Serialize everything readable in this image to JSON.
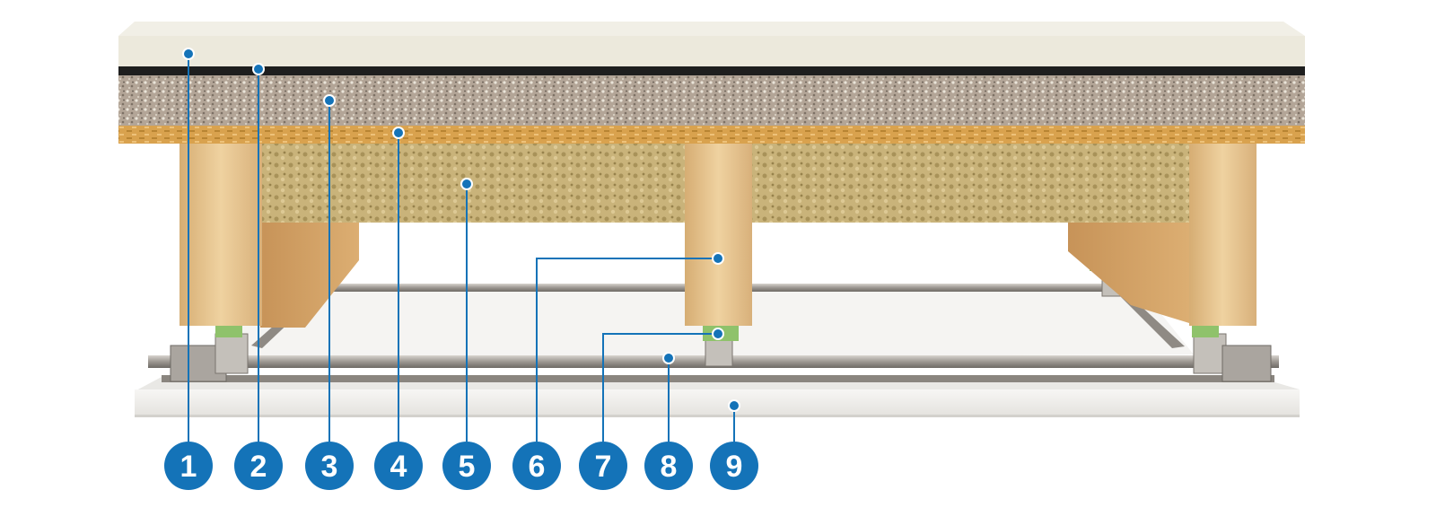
{
  "colors": {
    "accent": "#1473b8",
    "leader": "#1473b8",
    "badge_text": "#ffffff",
    "screed": "#ece9dc",
    "membrane": "#1e1e1e",
    "granulate": "#b3a597",
    "osb": "#d9a24e",
    "mineral_wool": "#c9b37a",
    "timber": "#e8c591",
    "rail": "#9c9791",
    "clip": "#8fc26b",
    "board": "#f2f1ee"
  },
  "callouts": [
    {
      "label": "1"
    },
    {
      "label": "2"
    },
    {
      "label": "3"
    },
    {
      "label": "4"
    },
    {
      "label": "5"
    },
    {
      "label": "6"
    },
    {
      "label": "7"
    },
    {
      "label": "8"
    },
    {
      "label": "9"
    }
  ]
}
